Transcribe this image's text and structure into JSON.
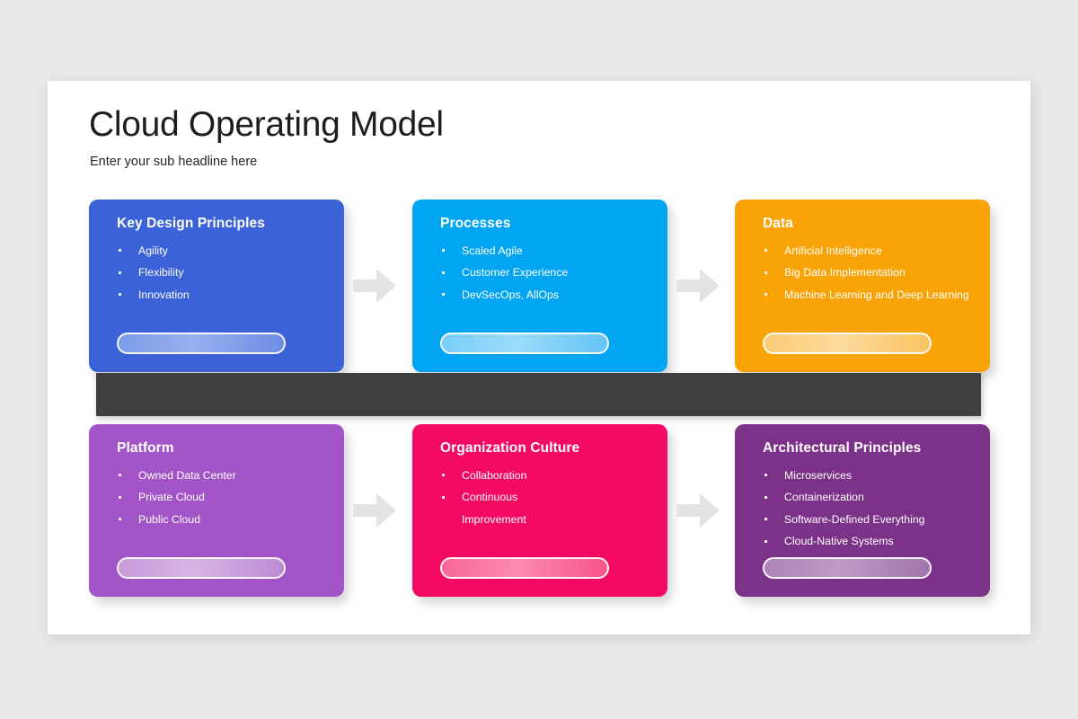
{
  "slide": {
    "title": "Cloud Operating Model",
    "subtitle": "Enter your sub headline here",
    "background_color": "#ffffff",
    "canvas_color": "#e8e7e9",
    "divider_bar_color": "#3f3f3f",
    "arrow_color": "#e2e2e2"
  },
  "cards": [
    {
      "id": "key-design-principles",
      "title": "Key Design Principles",
      "color": "#3b63d7",
      "bullets": [
        "Agility",
        "Flexibility",
        "Innovation"
      ]
    },
    {
      "id": "processes",
      "title": "Processes",
      "color": "#02a5f2",
      "bullets": [
        "Scaled Agile",
        "Customer Experience",
        "DevSecOps, AllOps"
      ]
    },
    {
      "id": "data",
      "title": "Data",
      "color": "#faa307",
      "bullets": [
        "Artificial Intelligence",
        "Big Data Implementation",
        "Machine Learning and Deep Learning"
      ]
    },
    {
      "id": "platform",
      "title": "Platform",
      "color": "#a355c8",
      "bullets": [
        "Owned Data Center",
        "Private Cloud",
        "Public Cloud"
      ]
    },
    {
      "id": "organization-culture",
      "title": "Organization Culture",
      "color": "#f50a63",
      "bullets": [
        "Collaboration",
        "Continuous Improvement"
      ]
    },
    {
      "id": "architectural-principles",
      "title": "Architectural Principles",
      "color": "#7c3289",
      "bullets": [
        "Microservices",
        "Containerization",
        "Software-Defined Everything",
        "Cloud-Native Systems"
      ]
    }
  ],
  "arrows": [
    {
      "id": "arrow-top-left",
      "direction": "right"
    },
    {
      "id": "arrow-top-right",
      "direction": "right"
    },
    {
      "id": "arrow-bottom-left",
      "direction": "right"
    },
    {
      "id": "arrow-bottom-right",
      "direction": "right"
    }
  ]
}
